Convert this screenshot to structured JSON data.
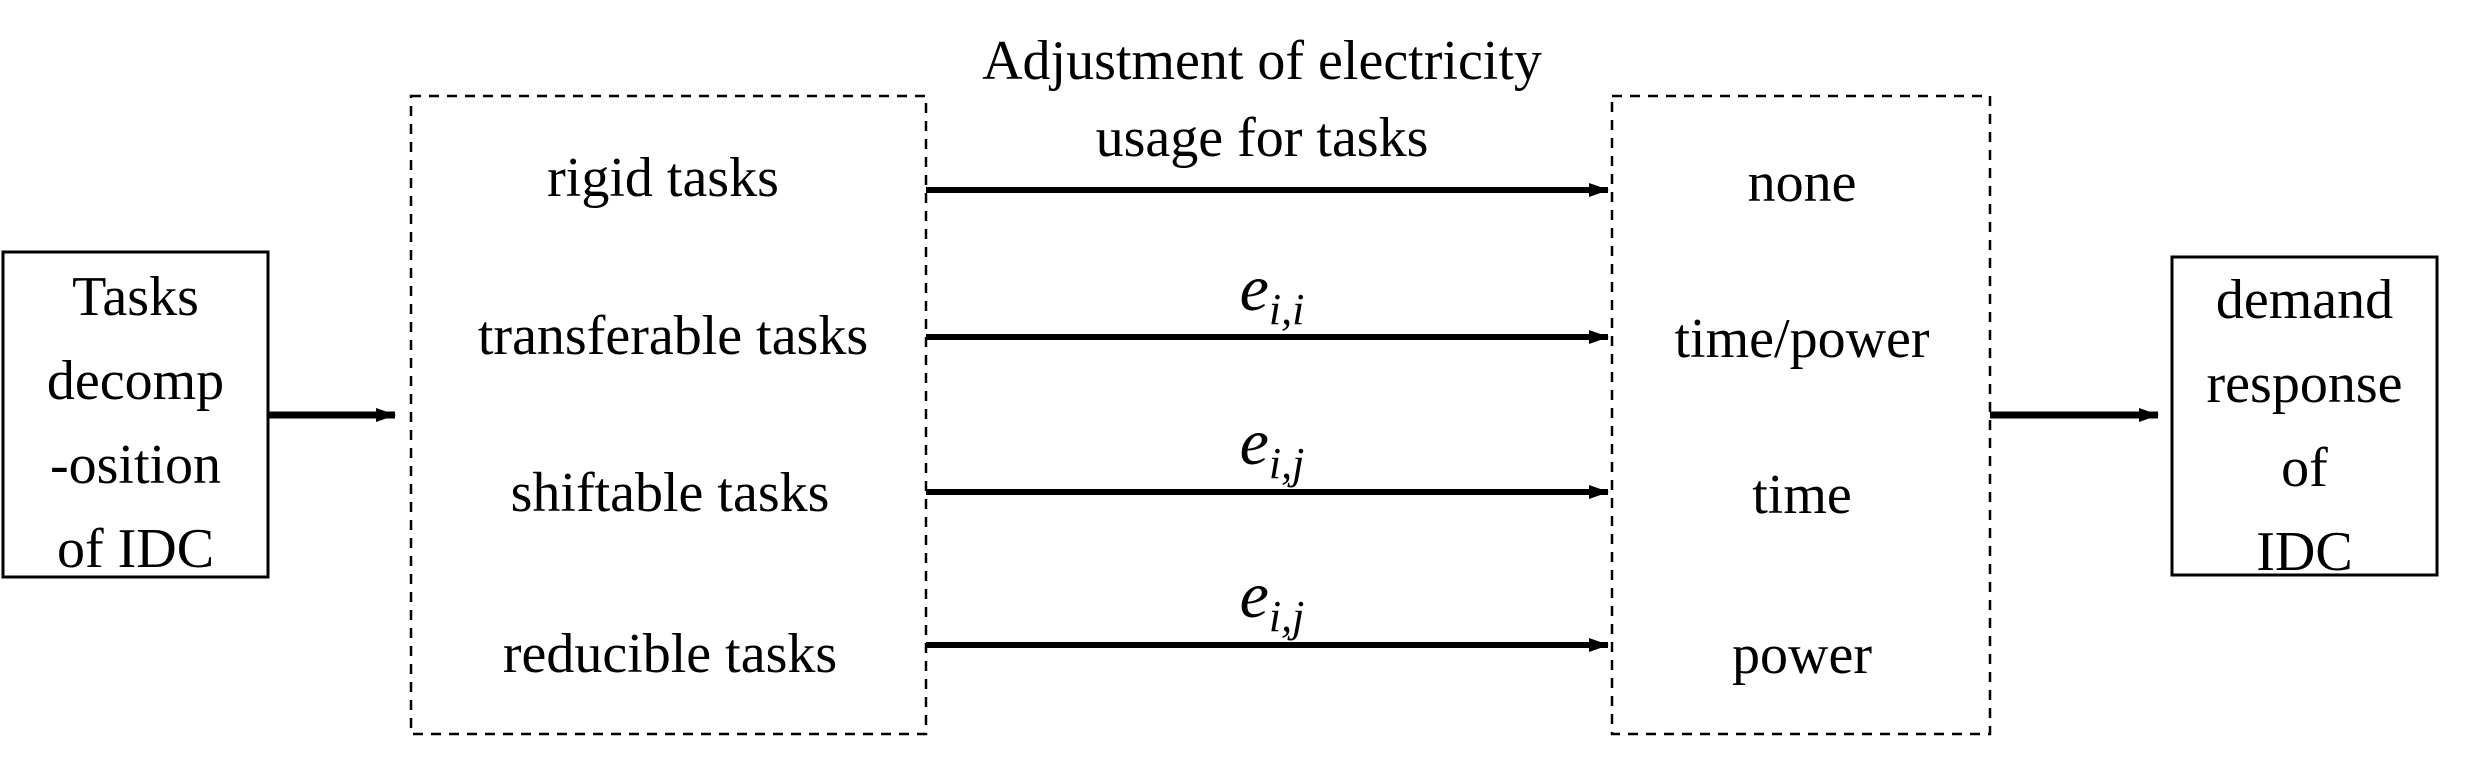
{
  "title_line1": "Adjustment of electricity",
  "title_line2": "usage for tasks",
  "left_box_lines": [
    "Tasks",
    "decomp",
    "-osition",
    "of IDC"
  ],
  "task_types": [
    "rigid tasks",
    "transferable tasks",
    "shiftable tasks",
    "reducible tasks"
  ],
  "adjustments": [
    "none",
    "time/power",
    "time",
    "power"
  ],
  "edge_labels": [
    {
      "base": "e",
      "sub": "i,i"
    },
    {
      "base": "e",
      "sub": "i,j"
    },
    {
      "base": "e",
      "sub": "i,j"
    }
  ],
  "right_box_lines": [
    "demand",
    "response",
    "of",
    "IDC"
  ]
}
